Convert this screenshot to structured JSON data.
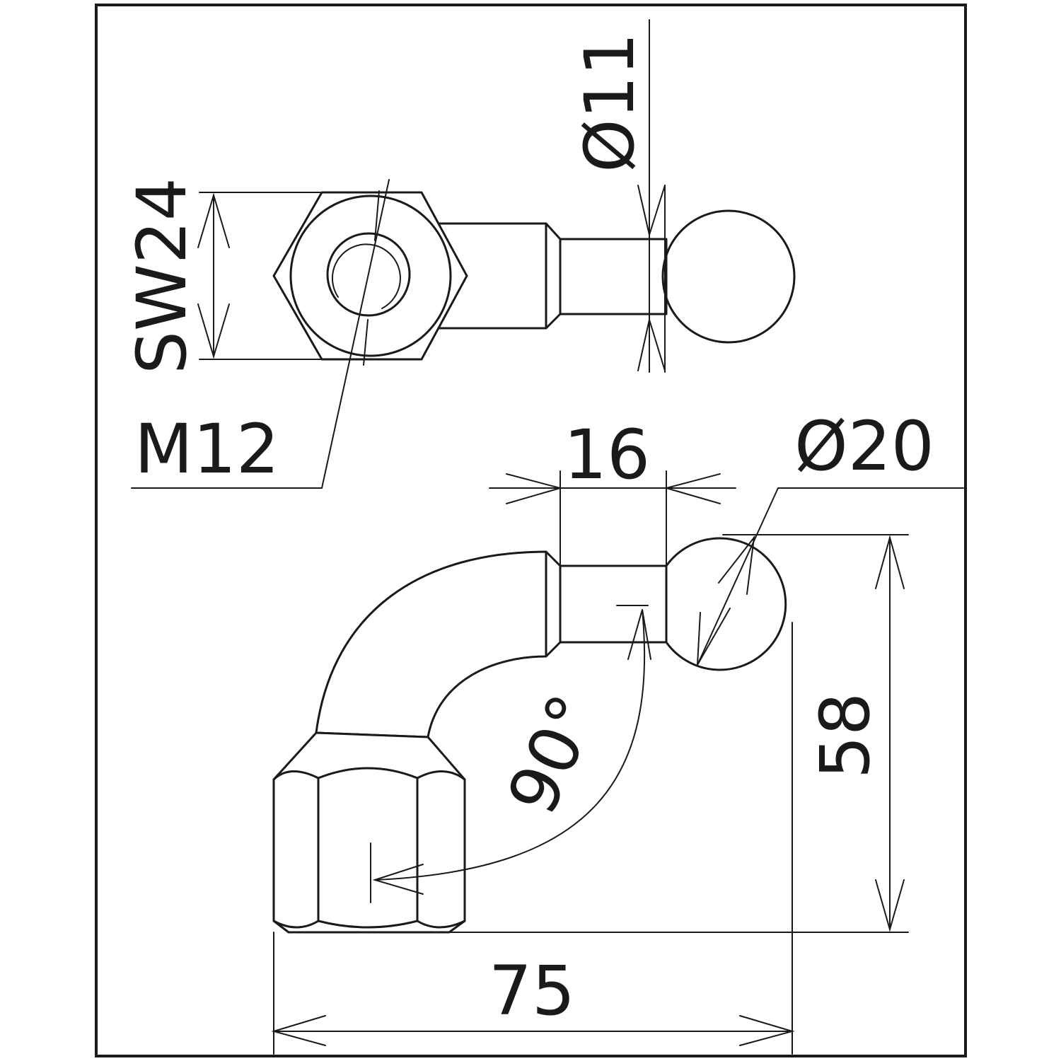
{
  "drawing": {
    "ink_color": "#1a1a1a",
    "background_color": "#ffffff",
    "dimensions": {
      "sw24": "SW24",
      "d11": "Ø11",
      "m12": "M12",
      "len16": "16",
      "d20": "Ø20",
      "h58": "58",
      "angle90": "90°",
      "w75": "75"
    }
  }
}
